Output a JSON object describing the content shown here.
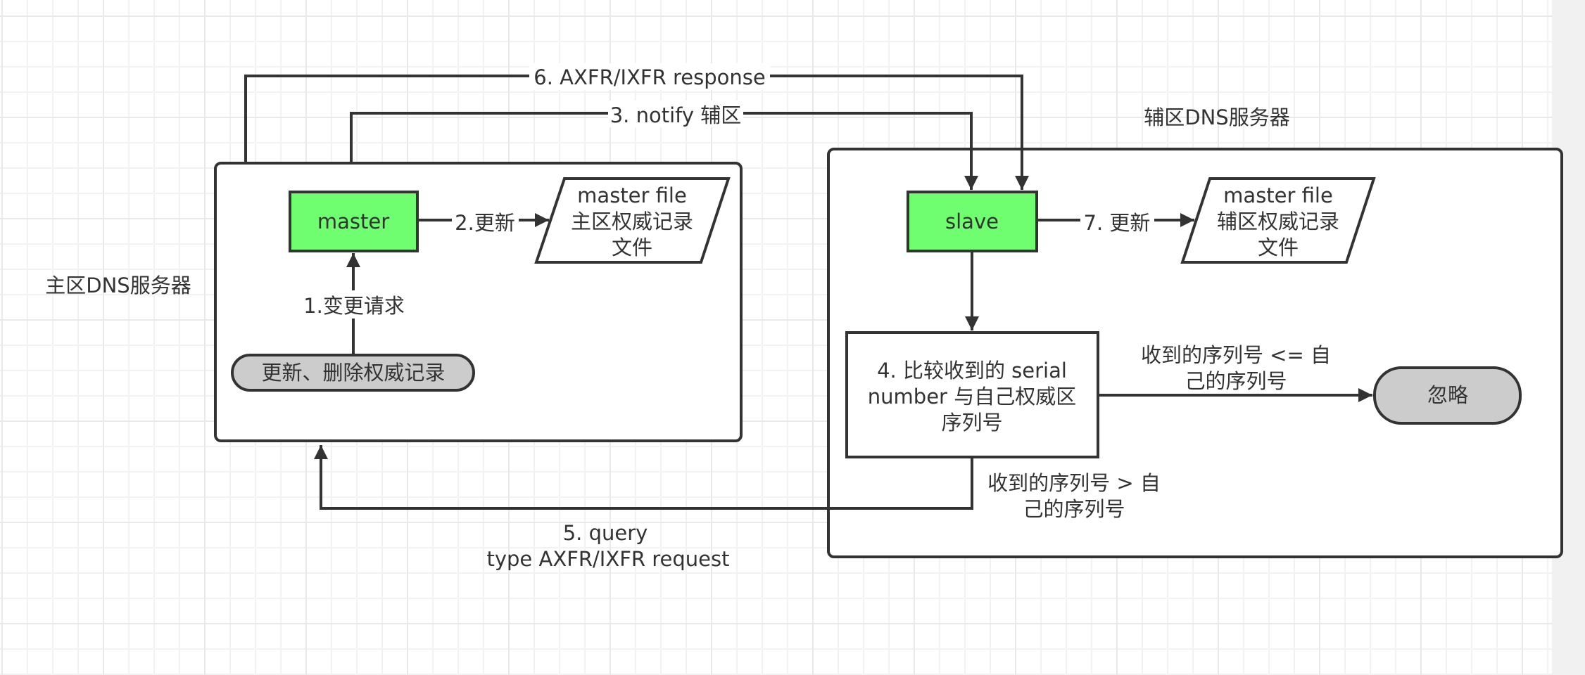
{
  "diagram": {
    "primary_server": {
      "label": "主区DNS服务器",
      "master_node": "master",
      "master_file": [
        "master file",
        "主区权威记录",
        "文件"
      ],
      "update_request_node": "更新、删除权威记录",
      "edge_change_request": "1.变更请求",
      "edge_update_file": "2.更新"
    },
    "secondary_server": {
      "label": "辅区DNS服务器",
      "slave_node": "slave",
      "master_file": [
        "master file",
        "辅区权威记录",
        "文件"
      ],
      "compare_node": [
        "4. 比较收到的 serial",
        "number 与自己权威区",
        "序列号"
      ],
      "ignore_node": "忽略",
      "edge_update_file": "7. 更新",
      "edge_le": [
        "收到的序列号 <= 自",
        "己的序列号"
      ],
      "edge_gt": [
        "收到的序列号 > 自",
        "己的序列号"
      ]
    },
    "edges": {
      "notify": "3. notify 辅区",
      "query": [
        "5. query",
        "type AXFR/IXFR request"
      ],
      "response": "6. AXFR/IXFR response"
    },
    "colors": {
      "stroke": "#333333",
      "node_green": "#6ffe6f",
      "node_gray": "#cccccc",
      "text": "#333333"
    }
  }
}
